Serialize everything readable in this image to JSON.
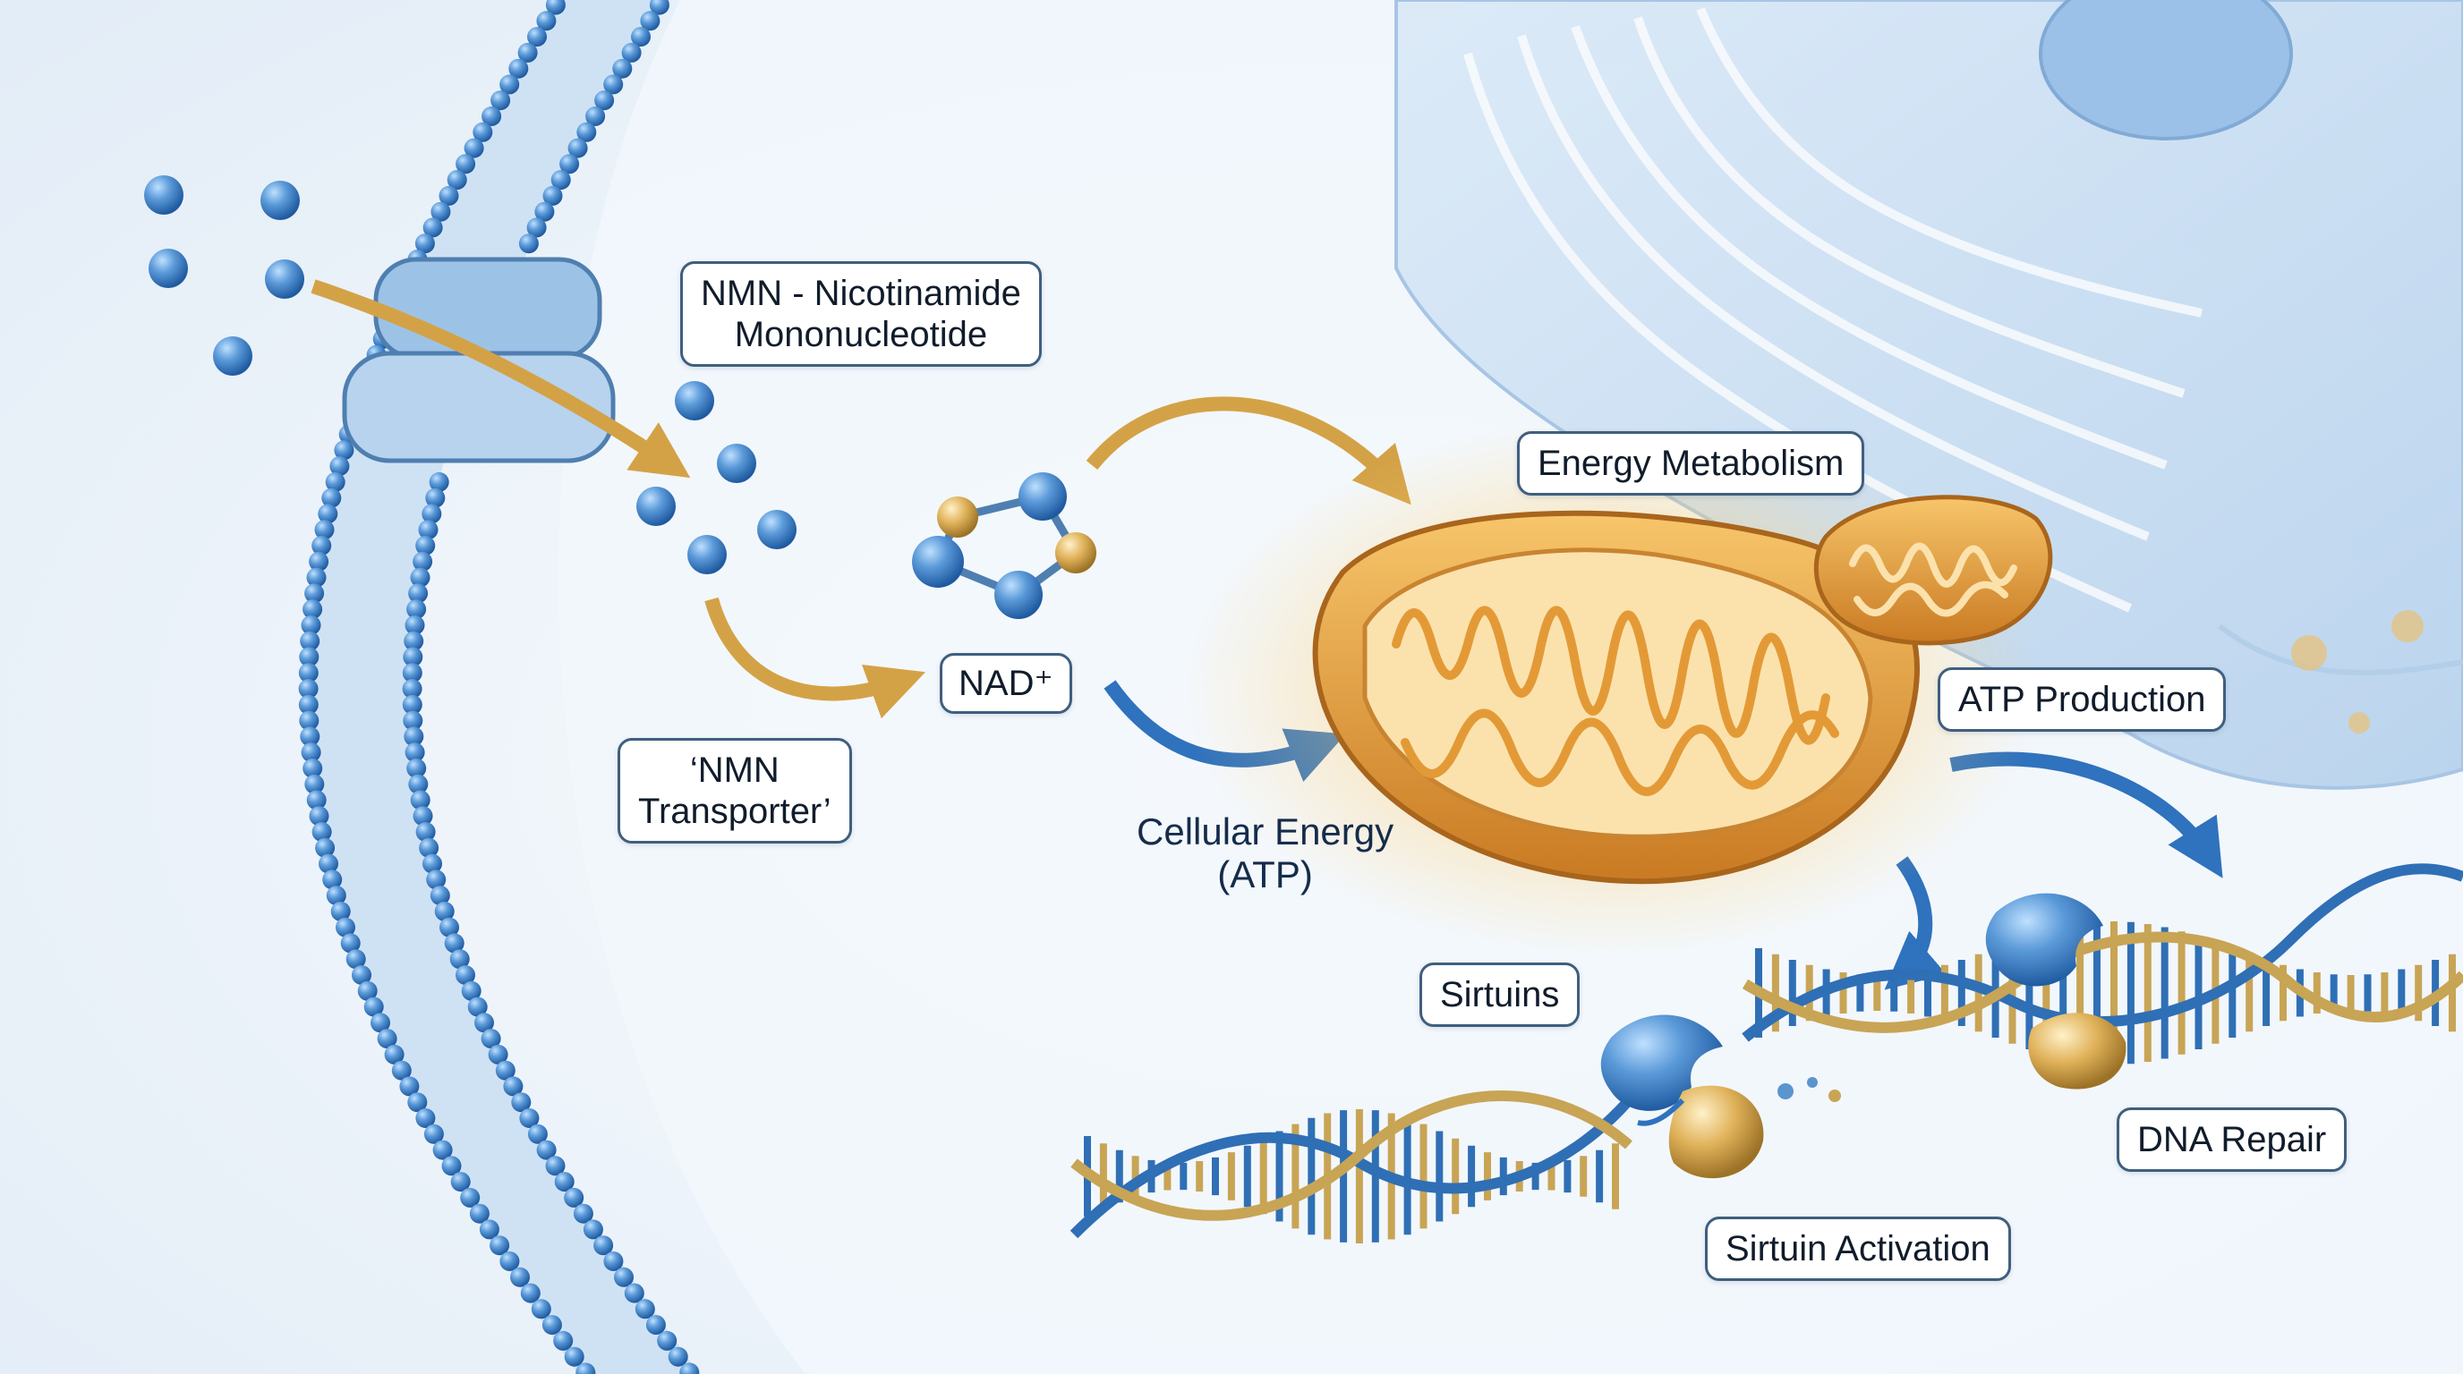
{
  "labels": {
    "nmn": [
      "NMN - Nicotinamide",
      "Mononucleotide"
    ],
    "nad": "NAD⁺",
    "transporter": [
      "‘NMN",
      "Transporter’"
    ],
    "cellular_energy": [
      "Cellular Energy",
      "(ATP)"
    ],
    "energy_metabolism": "Energy Metabolism",
    "atp_production": "ATP Production",
    "sirtuins": "Sirtuins",
    "dna_repair": "DNA Repair",
    "sirtuin_activation": "Sirtuin Activation"
  },
  "colors": {
    "background": "#eef4fa",
    "membrane_blue": "#5b95cf",
    "nmn_molecule_blue": "#3b7cc4",
    "gold": "#d9a443",
    "mitochondria_orange": "#e9a23a",
    "dna_blue": "#2f6fb5",
    "dna_gold": "#c8a455",
    "label_border": "#3f5f7e"
  },
  "icons": [
    "membrane-bilayer",
    "transporter-protein",
    "nmn-molecule",
    "nad-molecule",
    "mitochondrion",
    "organelle-stack",
    "dna-helix",
    "sirtuin-enzyme"
  ]
}
